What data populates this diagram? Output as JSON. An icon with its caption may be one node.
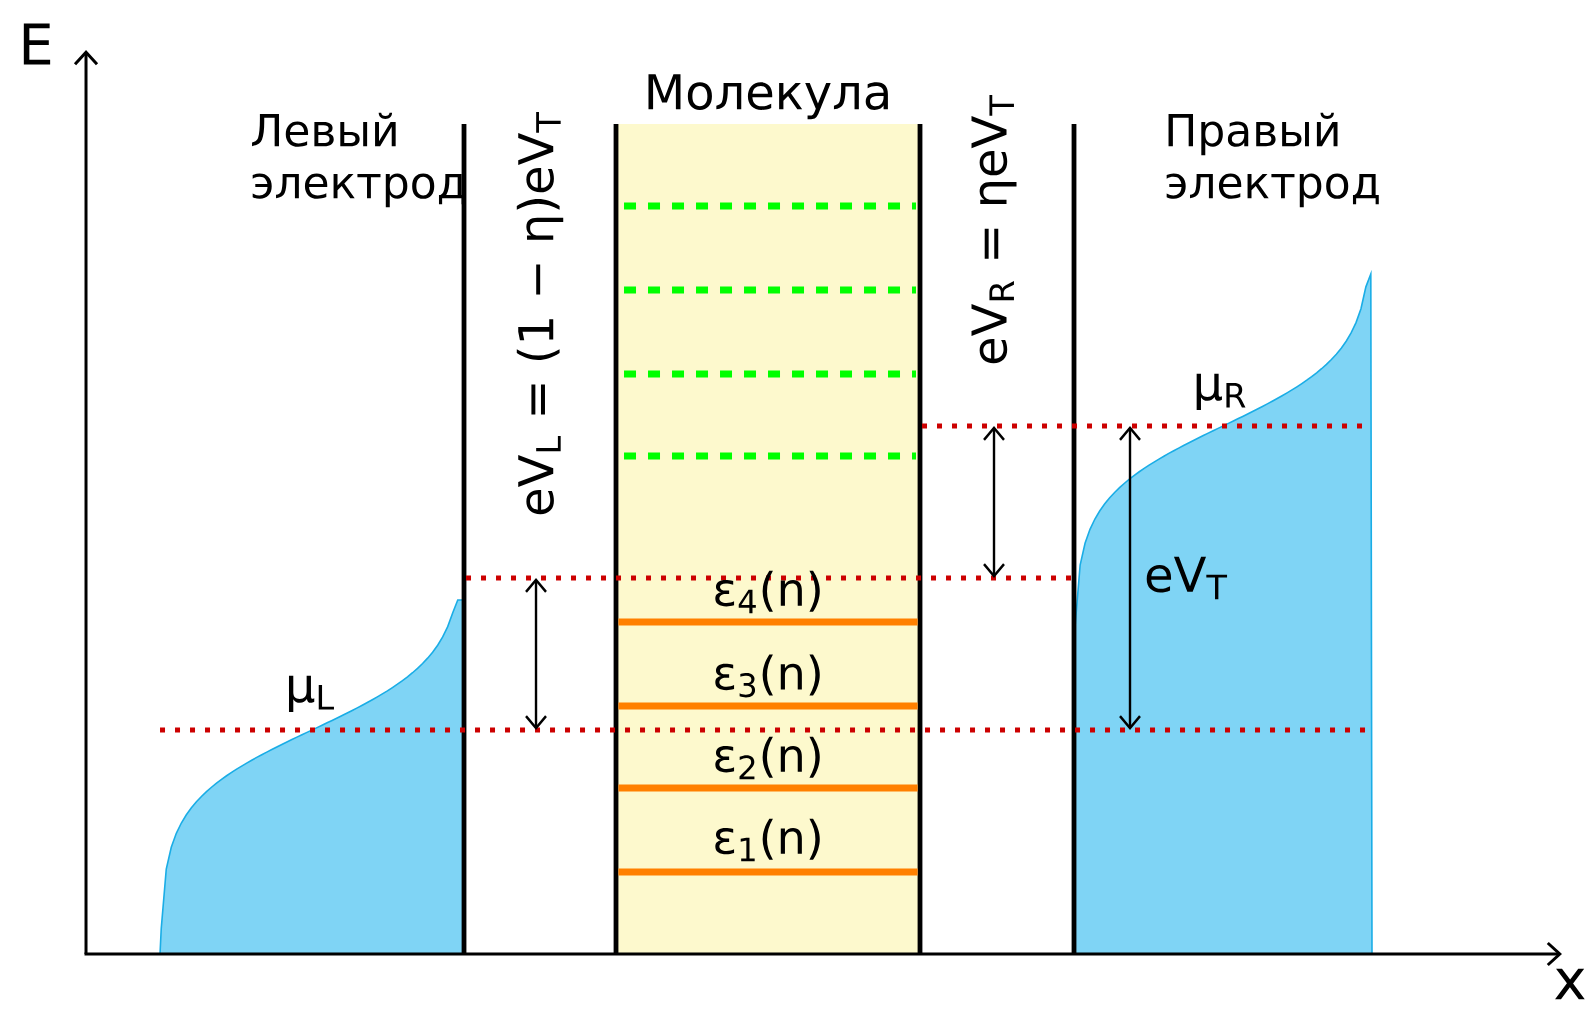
{
  "diagram": {
    "nodes": [
      {
        "text": [
          "Молекула"
        ]
      }
    ],
    "labels": [
      "E",
      "Левый электрод",
      "eV$_{L}$ = (1 − η)eV$_{T}$",
      "eV$_{R}$ = ηeV$_{T}$",
      "Правый электрод",
      "μ$_{R}$",
      "ε$_{4}$(n)",
      "eV$_{T}$",
      "ε$_{3}$(n)",
      "μ$_{L}$",
      "ε$_{2}$(n)",
      "ε$_{1}$(n)",
      "x"
    ]
  }
}
